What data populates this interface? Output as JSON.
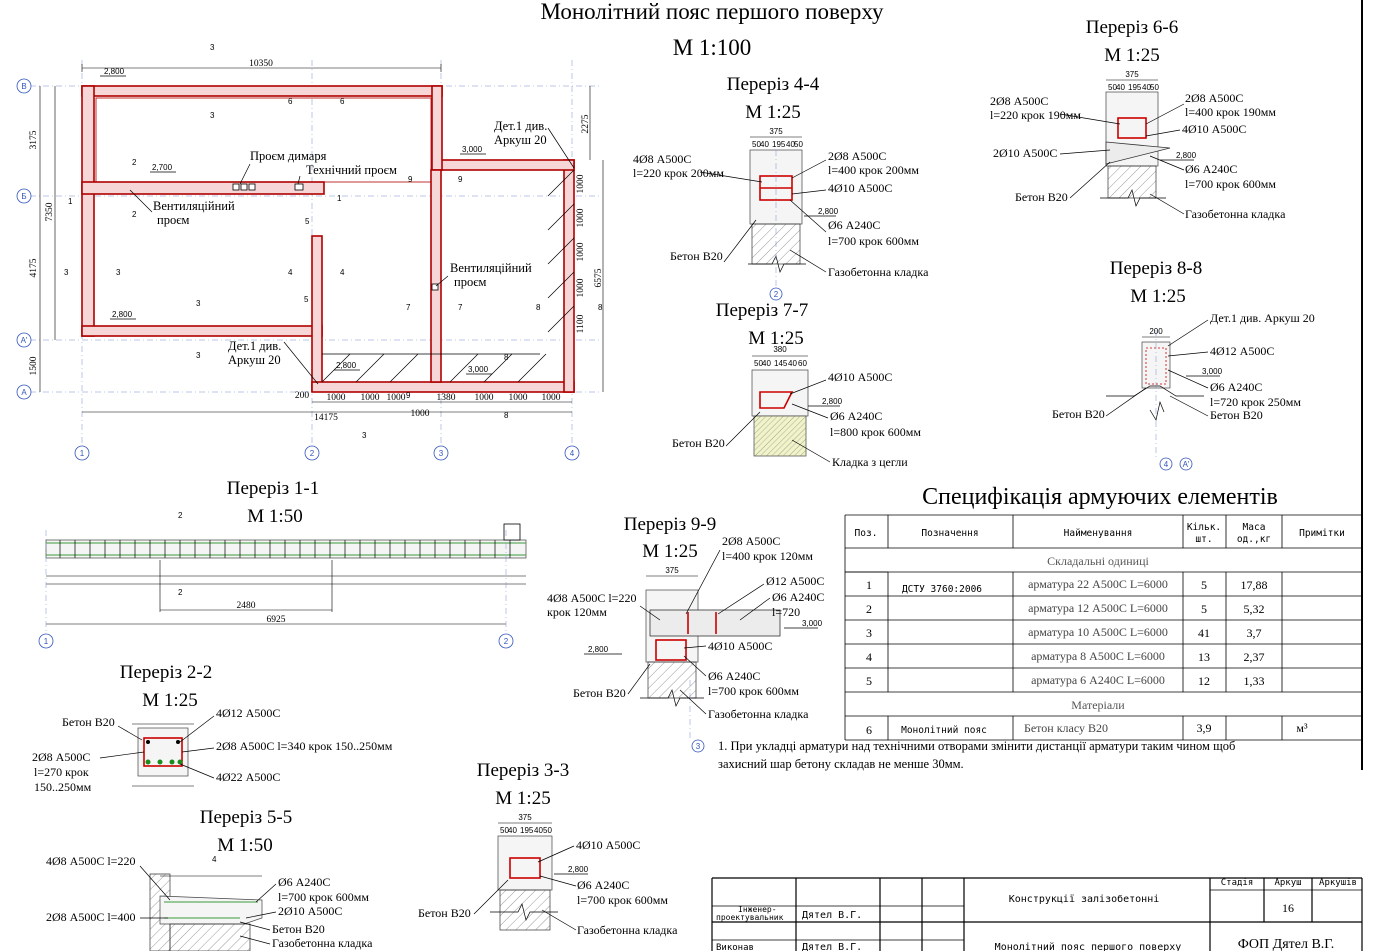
{
  "plan": {
    "title": "Монолітний пояс першого поверху",
    "scale": "М 1:100",
    "dims_top": [
      "10350"
    ],
    "dims_left": [
      "3175",
      "7350",
      "4175",
      "1500"
    ],
    "dims_right": [
      "2275",
      "1000",
      "1000",
      "1000",
      "1000",
      "1100",
      "6575"
    ],
    "dims_bottom": [
      "200",
      "1000",
      "1000",
      "1000",
      "1380",
      "1000",
      "1000",
      "1000",
      "1000",
      "14175"
    ],
    "levels": [
      "2,800",
      "2,700",
      "2,800",
      "3,000",
      "2,800",
      "3,000"
    ],
    "notes": {
      "det1_right": "Дет.1 див.",
      "det1_right2": "Аркуш 20",
      "proem_dym": "Проєм димаря",
      "tech_proem": "Технічний проєм",
      "vent_proem1": "Вентиляційний",
      "vent_proem1b": "проєм",
      "vent_proem2": "Вентиляційний",
      "vent_proem2b": "проєм",
      "det1_bottom": "Дет.1 див.",
      "det1_bottom2": "Аркуш 20"
    },
    "axes_letters": [
      "В",
      "Б",
      "А'",
      "А"
    ],
    "axes_numbers": [
      "1",
      "2",
      "3",
      "4"
    ],
    "cut_marks": [
      "3",
      "3",
      "6",
      "6",
      "2",
      "2",
      "1",
      "1",
      "3",
      "3",
      "4",
      "4",
      "5",
      "5",
      "3",
      "3",
      "9",
      "9",
      "7",
      "7",
      "8",
      "8",
      "8",
      "8",
      "9",
      "3"
    ]
  },
  "sec44": {
    "title": "Переріз 4-4",
    "scale": "М 1:25",
    "l1": "4Ø8 А500С",
    "l1b": "l=220 крок 200мм",
    "l2": "2Ø8 А500С",
    "l2b": "l=400 крок 200мм",
    "l3": "4Ø10 А500С",
    "l4": "Ø6 А240С",
    "l4b": "l=700 крок 600мм",
    "l5": "Бетон В20",
    "l6": "Газобетонна кладка",
    "lvl": "2,800",
    "axis": "2",
    "dim_top": "375",
    "dims_sub": [
      "50",
      "40",
      "195",
      "40",
      "50"
    ]
  },
  "sec66": {
    "title": "Переріз 6-6",
    "scale": "М 1:25",
    "l1": "2Ø8 А500С",
    "l1b": "l=220 крок 190мм",
    "l2": "2Ø8 А500С",
    "l2b": "l=400 крок 190мм",
    "l3": "4Ø10 А500С",
    "l4": "2Ø10 А500С",
    "l5": "Ø6 А240С",
    "l5b": "l=700 крок 600мм",
    "l6": "Бетон В20",
    "l7": "Газобетонна кладка",
    "lvl": "2,800",
    "dim_top": "375",
    "dims_sub": [
      "50",
      "40",
      "195",
      "40",
      "50"
    ]
  },
  "sec77": {
    "title": "Переріз 7-7",
    "scale": "М 1:25",
    "l1": "4Ø10 А500С",
    "l2": "Ø6 А240С",
    "l2b": "l=800 крок 600мм",
    "l3": "Бетон В20",
    "l4": "Кладка з цегли",
    "lvl": "2,800",
    "dim_top": "380",
    "dims_sub": [
      "50",
      "40",
      "145",
      "40",
      "60"
    ]
  },
  "sec88": {
    "title": "Переріз 8-8",
    "scale": "М 1:25",
    "l1": "Дет.1 див. Аркуш 20",
    "l2": "4Ø12 А500С",
    "l3": "Ø6 А240С",
    "l3b": "l=720 крок 250мм",
    "l4": "Бетон В20",
    "l5": "Бетон В20",
    "lvl": "3,000",
    "axis1": "4",
    "axis2": "А'",
    "dim_top": "200"
  },
  "sec11": {
    "title": "Переріз 1-1",
    "scale": "М 1:50",
    "dim1": "2480",
    "dim2": "6925",
    "axis1": "1",
    "axis2": "2",
    "cut": "2",
    "cut2": "2"
  },
  "sec99": {
    "title": "Переріз 9-9",
    "scale": "М 1:25",
    "l1": "2Ø8 А500С",
    "l1b": "l=400 крок 120мм",
    "l2": "4Ø8 А500С l=220",
    "l2b": "крок 120мм",
    "l3": "Ø12 А500С",
    "l4": "Ø6 А240С",
    "l4b": "l=720",
    "l5": "4Ø10 А500С",
    "l6": "Ø6 А240С",
    "l6b": "l=700 крок 600мм",
    "l7": "Бетон В20",
    "l8": "Газобетонна кладка",
    "lvl1": "3,000",
    "lvl2": "2,800",
    "axis": "3",
    "dim_top": "375"
  },
  "sec22": {
    "title": "Переріз 2-2",
    "scale": "М 1:25",
    "l1": "Бетон В20",
    "l2": "4Ø12 А500С",
    "l3": "2Ø8 А500С",
    "l3b": "l=270 крок",
    "l3c": "150..250мм",
    "l4": "2Ø8 А500С  l=340 крок 150..250мм",
    "l5": "4Ø22 А500С"
  },
  "sec33": {
    "title": "Переріз 3-3",
    "scale": "М 1:25",
    "l1": "4Ø10 А500С",
    "l2": "Ø6 А240С",
    "l2b": "l=700 крок 600мм",
    "l3": "Бетон В20",
    "l4": "Газобетонна кладка",
    "lvl": "2,800",
    "dim_top": "375",
    "dims_sub": [
      "50",
      "40",
      "195",
      "40",
      "50"
    ]
  },
  "sec55": {
    "title": "Переріз 5-5",
    "scale": "М 1:50",
    "l1": "4Ø8 А500С l=220",
    "l2": "2Ø8 А500С l=400",
    "l3": "Ø6 А240С",
    "l3b": "l=700 крок 600мм",
    "l4": "2Ø10 А500С",
    "l5": "Бетон В20",
    "l6": "Газобетонна кладка",
    "cut": "4"
  },
  "spec": {
    "title": "Специфікація армуючих елементів",
    "headers": [
      "Поз.",
      "Позначення",
      "Найменування",
      "Кільк.",
      "шт.",
      "Маса",
      "од.,кг",
      "Примітки"
    ],
    "group1": "Складальні одиниці",
    "designation": "ДСТУ 3760:2006",
    "rows": [
      {
        "pos": "1",
        "name": "арматура 22 А500С L=6000",
        "qty": "5",
        "mass": "17,88"
      },
      {
        "pos": "2",
        "name": "арматура 12 А500С L=6000",
        "qty": "5",
        "mass": "5,32"
      },
      {
        "pos": "3",
        "name": "арматура 10 А500С L=6000",
        "qty": "41",
        "mass": "3,7"
      },
      {
        "pos": "4",
        "name": "арматура 8 А500С L=6000",
        "qty": "13",
        "mass": "2,37"
      },
      {
        "pos": "5",
        "name": "арматура 6 А240С L=6000",
        "qty": "12",
        "mass": "1,33"
      }
    ],
    "group2": "Матеріали",
    "row6": {
      "pos": "6",
      "designation": "Монолітний пояс",
      "name": "Бетон класу В20",
      "qty": "3,9",
      "note": "м³"
    }
  },
  "note": {
    "line1": "1. При укладці арматури над технічними отворами змінити дистанції арматури таким чином щоб",
    "line2": "захисний шар бетону складав не менше 30мм."
  },
  "stamp": {
    "role1": "Інженер-",
    "role1b": "проектувальник",
    "name1": "Дятел В.Г.",
    "role2": "Виконав",
    "name2": "Дятел В.Г.",
    "title1": "Конструкції залізобетонні",
    "title2": "Монолітний пояс першого поверху",
    "h_stage": "Стадія",
    "h_sheet": "Аркуш",
    "h_sheets": "Аркушів",
    "sheet_no": "16",
    "org": "ФОП Дятел В.Г."
  }
}
